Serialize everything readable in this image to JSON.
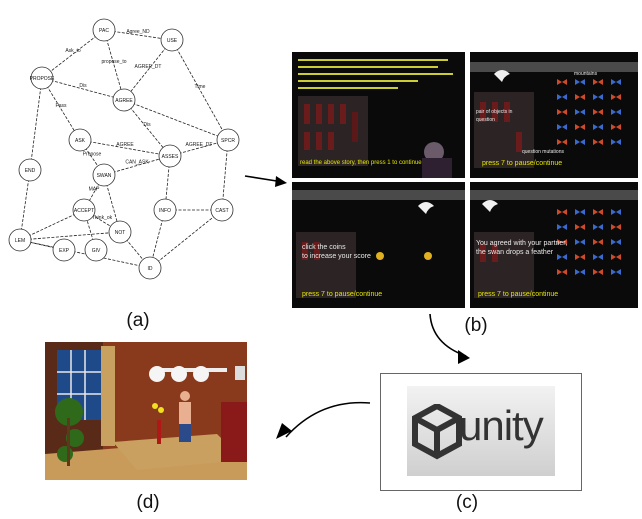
{
  "captions": {
    "a": "(a)",
    "b": "(b)",
    "c": "(c)",
    "d": "(d)"
  },
  "graph": {
    "node_labels": [
      "PAC",
      "USE",
      "PROPOSE",
      "AGREE",
      "ASK",
      "ASSES",
      "SPCR",
      "SWAN",
      "INFO",
      "ACCEPT",
      "NOT",
      "CAST",
      "EXP",
      "LEM",
      "ID",
      "GIV",
      "END"
    ],
    "edge_labels": [
      "Agree_ND",
      "Ask_to",
      "Time",
      "Dis",
      "propose_to",
      "AGREE_DT",
      "Dis",
      "Pass",
      "AGREE",
      "AGREE_DT",
      "Propose",
      "CAN_ASK",
      "MAP",
      "Think_ok"
    ]
  },
  "game_screens": {
    "s1": {
      "prompt": "read the above story, then press 1 to continue"
    },
    "s2": {
      "labels": [
        "mountains",
        "pair of objects in question",
        "question mutations"
      ],
      "prompt": "press 7 to pause/continue"
    },
    "s3": {
      "message_1": "click the coins",
      "message_2": "to increase your score",
      "prompt": "press 7 to pause/continue"
    },
    "s4": {
      "message_1": "You agreed with your partner,",
      "message_2": "the swan drops a feather",
      "prompt": "press 7 to pause/continue"
    }
  },
  "engine": {
    "name": "unity"
  },
  "colors": {
    "arrow": "#000000",
    "game_bg": "#0b0b0b",
    "prompt_yellow": "#e6e600",
    "score_red": "#ff2a2a",
    "room_wall": "#8a3a1c"
  },
  "icons": [
    "unity-logo-icon",
    "arrow-right-icon",
    "arrow-down-icon",
    "arrow-left-icon"
  ]
}
